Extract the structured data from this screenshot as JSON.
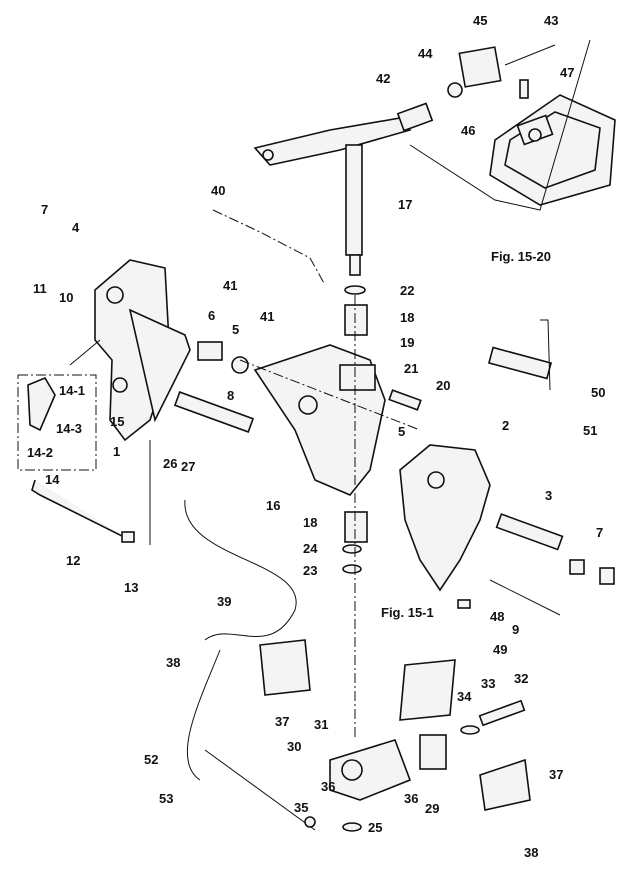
{
  "callouts": [
    {
      "id": "1",
      "label": "1"
    },
    {
      "id": "2",
      "label": "2"
    },
    {
      "id": "3",
      "label": "3"
    },
    {
      "id": "4",
      "label": "4"
    },
    {
      "id": "5a",
      "label": "5"
    },
    {
      "id": "5b",
      "label": "5"
    },
    {
      "id": "6",
      "label": "6"
    },
    {
      "id": "7a",
      "label": "7"
    },
    {
      "id": "7b",
      "label": "7"
    },
    {
      "id": "8",
      "label": "8"
    },
    {
      "id": "9",
      "label": "9"
    },
    {
      "id": "10",
      "label": "10"
    },
    {
      "id": "11",
      "label": "11"
    },
    {
      "id": "12",
      "label": "12"
    },
    {
      "id": "13",
      "label": "13"
    },
    {
      "id": "14",
      "label": "14"
    },
    {
      "id": "14-1",
      "label": "14-1"
    },
    {
      "id": "14-2",
      "label": "14-2"
    },
    {
      "id": "14-3",
      "label": "14-3"
    },
    {
      "id": "15",
      "label": "15"
    },
    {
      "id": "16",
      "label": "16"
    },
    {
      "id": "17",
      "label": "17"
    },
    {
      "id": "18a",
      "label": "18"
    },
    {
      "id": "18b",
      "label": "18"
    },
    {
      "id": "19",
      "label": "19"
    },
    {
      "id": "20",
      "label": "20"
    },
    {
      "id": "21",
      "label": "21"
    },
    {
      "id": "22",
      "label": "22"
    },
    {
      "id": "23",
      "label": "23"
    },
    {
      "id": "24",
      "label": "24"
    },
    {
      "id": "25",
      "label": "25"
    },
    {
      "id": "26",
      "label": "26"
    },
    {
      "id": "27",
      "label": "27"
    },
    {
      "id": "29",
      "label": "29"
    },
    {
      "id": "30",
      "label": "30"
    },
    {
      "id": "31",
      "label": "31"
    },
    {
      "id": "32",
      "label": "32"
    },
    {
      "id": "33",
      "label": "33"
    },
    {
      "id": "34",
      "label": "34"
    },
    {
      "id": "35",
      "label": "35"
    },
    {
      "id": "36a",
      "label": "36"
    },
    {
      "id": "36b",
      "label": "36"
    },
    {
      "id": "37a",
      "label": "37"
    },
    {
      "id": "37b",
      "label": "37"
    },
    {
      "id": "38a",
      "label": "38"
    },
    {
      "id": "38b",
      "label": "38"
    },
    {
      "id": "39",
      "label": "39"
    },
    {
      "id": "40",
      "label": "40"
    },
    {
      "id": "41a",
      "label": "41"
    },
    {
      "id": "41b",
      "label": "41"
    },
    {
      "id": "42",
      "label": "42"
    },
    {
      "id": "43",
      "label": "43"
    },
    {
      "id": "44",
      "label": "44"
    },
    {
      "id": "45",
      "label": "45"
    },
    {
      "id": "46",
      "label": "46"
    },
    {
      "id": "47",
      "label": "47"
    },
    {
      "id": "48",
      "label": "48"
    },
    {
      "id": "49",
      "label": "49"
    },
    {
      "id": "50",
      "label": "50"
    },
    {
      "id": "51",
      "label": "51"
    },
    {
      "id": "52",
      "label": "52"
    },
    {
      "id": "53",
      "label": "53"
    }
  ],
  "references": {
    "fig_15_20": "Fig. 15-20",
    "fig_15_1": "Fig. 15-1"
  }
}
